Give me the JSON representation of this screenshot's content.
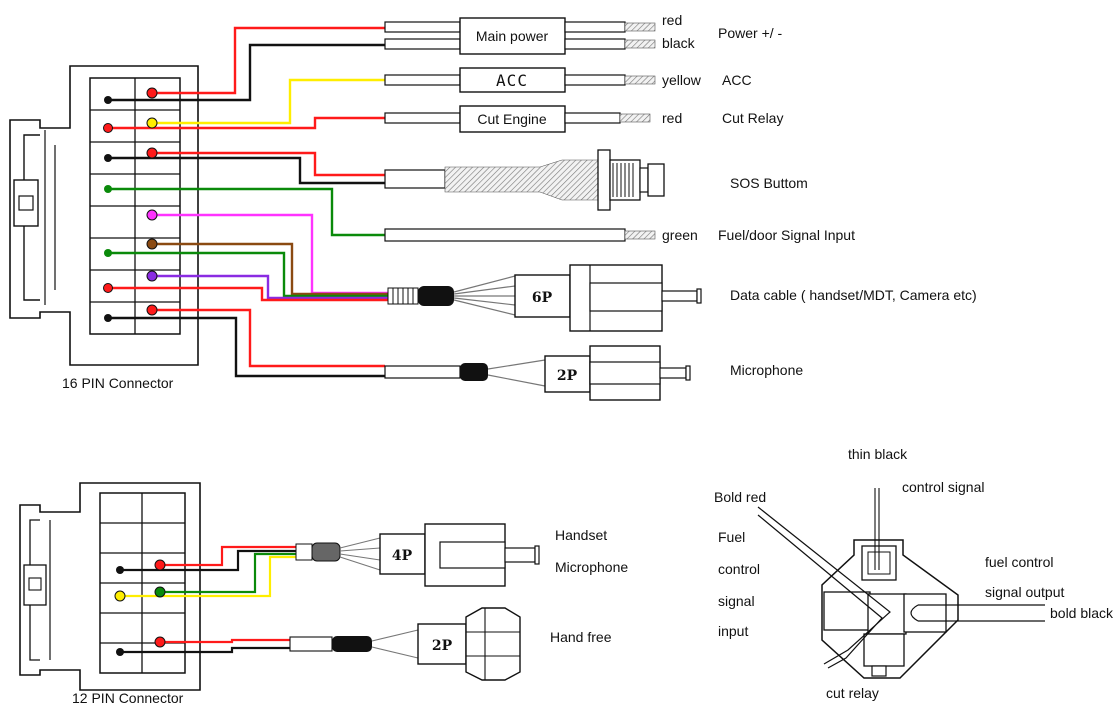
{
  "connector16": {
    "label": "16 PIN Connector",
    "wires": [
      {
        "box": "Main power",
        "colors": [
          "red",
          "black"
        ],
        "function": "Power +/ -"
      },
      {
        "box": "ACC",
        "colors": [
          "yellow"
        ],
        "function": "ACC"
      },
      {
        "box": "Cut Engine",
        "colors": [
          "red"
        ],
        "function": "Cut Relay"
      },
      {
        "function": "SOS Buttom"
      },
      {
        "colors": [
          "green"
        ],
        "function": "Fuel/door Signal Input"
      },
      {
        "plug": "6P",
        "function": "Data cable ( handset/MDT, Camera etc)"
      },
      {
        "plug": "2P",
        "function": "Microphone"
      }
    ]
  },
  "connector12": {
    "label": "12 PIN Connector",
    "wires": [
      {
        "plug": "4P",
        "function_lines": [
          "Handset",
          "Microphone"
        ]
      },
      {
        "plug": "2P",
        "function": "Hand free"
      }
    ]
  },
  "relay": {
    "label": "cut relay",
    "thin_black": "thin black",
    "control_signal": "control signal",
    "bold_red": "Bold red",
    "fuel_input_lines": [
      "Fuel",
      "control",
      "signal",
      "input"
    ],
    "fuel_output_lines": [
      "fuel control",
      "signal output"
    ],
    "bold_black": "bold black"
  },
  "colors": {
    "red": "#ff1a1a",
    "black": "#111111",
    "yellow": "#ffee00",
    "green": "#0a8a0a",
    "magenta": "#ff33ff",
    "brown": "#8b4a12",
    "purple": "#8a2be2"
  }
}
